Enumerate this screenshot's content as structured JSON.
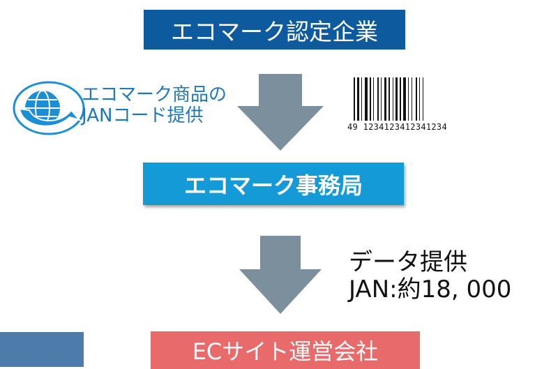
{
  "colors": {
    "company_box": "#0e5a9e",
    "office_box": "#159ad8",
    "ec_box": "#e96a6a",
    "partial_box": "#4d7baa",
    "arrow": "#7b8f9c",
    "logo": "#1a8fd6",
    "provide_text": "#1e78b7"
  },
  "nodes": {
    "company": "エコマーク認定企業",
    "office": "エコマーク事務局",
    "ec_site": "ECサイト運営会社"
  },
  "labels": {
    "provide_line1": "エコマーク商品の",
    "provide_line2": "JANコード提供",
    "data_line1": "データ提供",
    "data_line2": "JAN:約18, 000"
  },
  "barcode": {
    "number": "49 1234123412341234"
  },
  "icons": {
    "logo": "ecomark-logo-icon",
    "arrow": "down-arrow-icon"
  }
}
